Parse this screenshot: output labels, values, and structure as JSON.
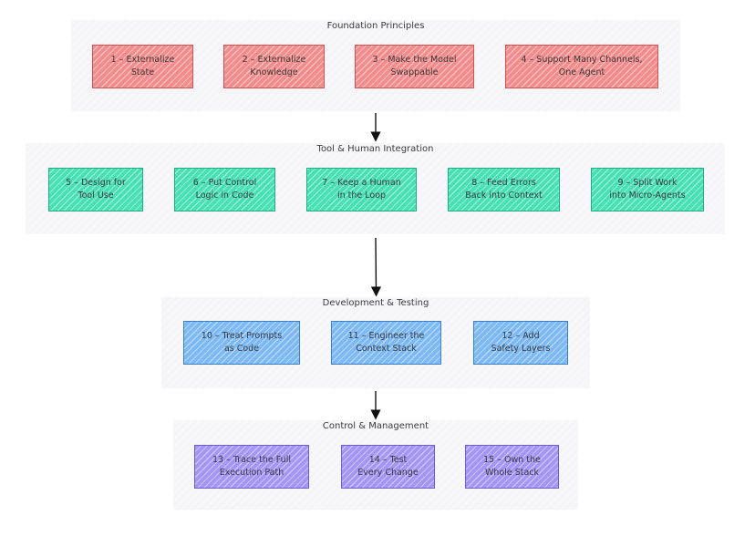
{
  "groups": [
    {
      "title": "Foundation Principles",
      "color": "#f28b8b",
      "nodes": [
        {
          "label": "1 – Externalize\nState"
        },
        {
          "label": "2 – Externalize\nKnowledge"
        },
        {
          "label": "3 – Make the Model\nSwappable"
        },
        {
          "label": "4 – Support Many Channels,\nOne Agent"
        }
      ]
    },
    {
      "title": "Tool & Human Integration",
      "color": "#46e0b1",
      "nodes": [
        {
          "label": "5 – Design for\nTool Use"
        },
        {
          "label": "6 – Put Control\nLogic in Code"
        },
        {
          "label": "7 – Keep a Human\nin the Loop"
        },
        {
          "label": "8 – Feed Errors\nBack into Context"
        },
        {
          "label": "9 – Split Work\ninto Micro-Agents"
        }
      ]
    },
    {
      "title": "Development & Testing",
      "color": "#7bb8f4",
      "nodes": [
        {
          "label": "10 – Treat Prompts\nas Code"
        },
        {
          "label": "11 – Engineer the\nContext Stack"
        },
        {
          "label": "12 – Add\nSafety Layers"
        }
      ]
    },
    {
      "title": "Control & Management",
      "color": "#a394f5",
      "nodes": [
        {
          "label": "13 – Trace the Full\nExecution Path"
        },
        {
          "label": "14 – Test\nEvery Change"
        },
        {
          "label": "15 – Own the\nWhole Stack"
        }
      ]
    }
  ]
}
